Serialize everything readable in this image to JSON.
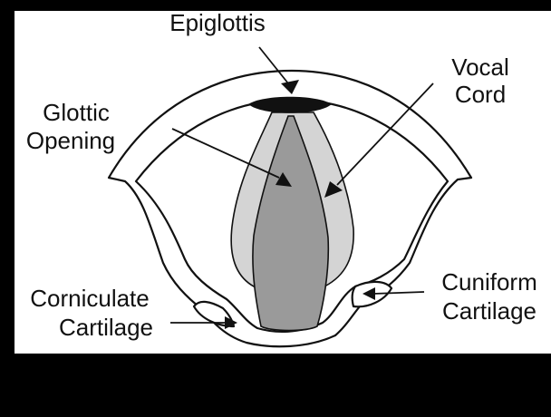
{
  "diagram": {
    "labels": {
      "epiglottis": "Epiglottis",
      "vocal_cord_line1": "Vocal",
      "vocal_cord_line2": "Cord",
      "glottic_opening_line1": "Glottic",
      "glottic_opening_line2": "Opening",
      "corniculate_line1": "Corniculate",
      "corniculate_line2": "Cartilage",
      "cuniform_line1": "Cuniform",
      "cuniform_line2": "Cartilage"
    },
    "colors": {
      "frame": "#000000",
      "background": "#ffffff",
      "outline": "#111111",
      "vocal_cords": "#d4d4d4",
      "glottic_opening": "#9a9a9a",
      "epiglottis_tip": "#111111"
    }
  }
}
